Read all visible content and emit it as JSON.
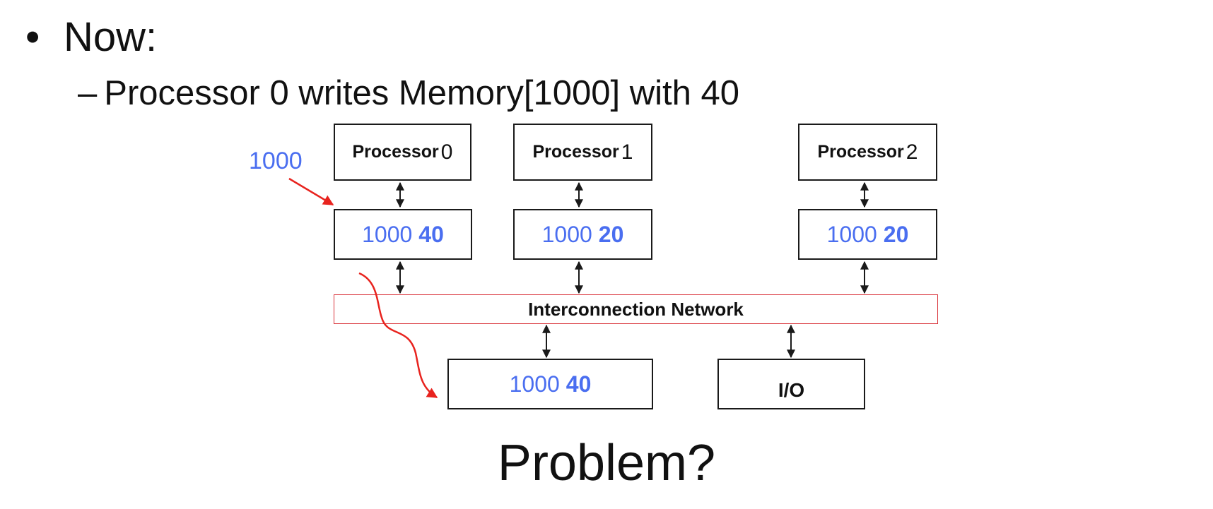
{
  "bullet": {
    "marker": "•",
    "text": "Now:"
  },
  "sub_bullet": {
    "marker": "–",
    "text": "Processor 0 writes Memory[1000] with 40"
  },
  "address_label": "1000",
  "processors": [
    {
      "label": "Processor",
      "number": "0"
    },
    {
      "label": "Processor",
      "number": "1"
    },
    {
      "label": "Processor",
      "number": "2"
    }
  ],
  "caches": [
    {
      "address": "1000",
      "value": "40"
    },
    {
      "address": "1000",
      "value": "20"
    },
    {
      "address": "1000",
      "value": "20"
    }
  ],
  "network_label": "Interconnection Network",
  "memory": {
    "address": "1000",
    "value": "40"
  },
  "io_label": "I/O",
  "problem_text": "Problem?",
  "colors": {
    "highlight_blue": "#4a6ef0",
    "network_border_red": "#d9333a",
    "annotation_red": "#e8231e"
  }
}
